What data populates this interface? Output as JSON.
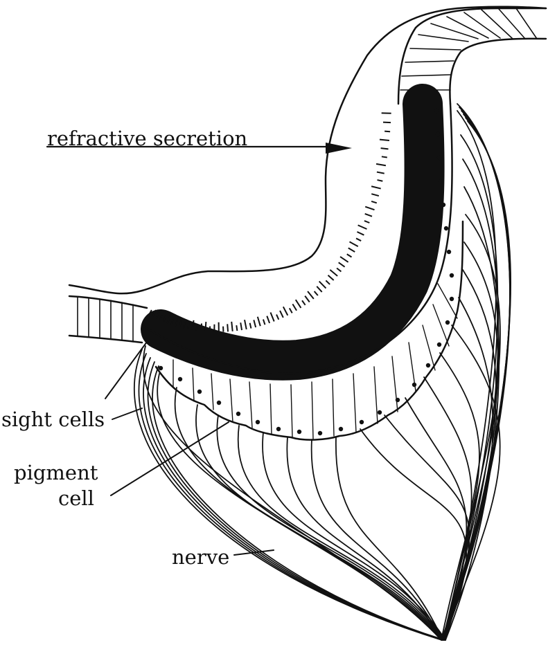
{
  "diagram": {
    "labels": {
      "refractive_secretion": "refractive secretion",
      "sight_cells": "sight cells",
      "pigment_line1": "pigment",
      "pigment_line2": "cell",
      "nerve": "nerve"
    },
    "colors": {
      "ink": "#111111",
      "paper": "#ffffff"
    }
  }
}
